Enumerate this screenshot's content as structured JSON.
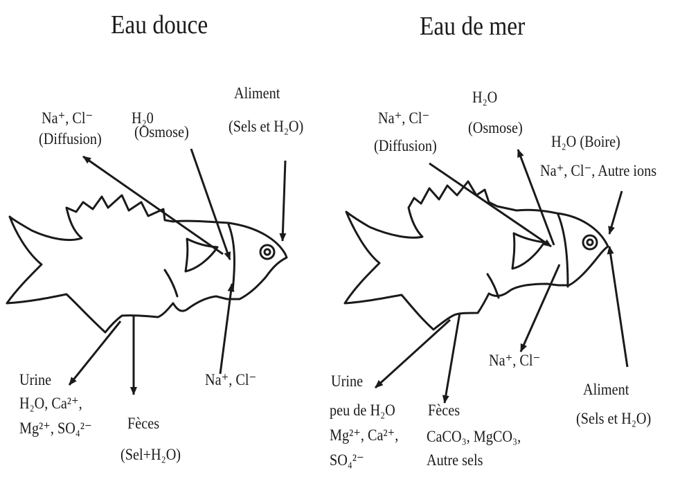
{
  "panels": {
    "left": {
      "title": "Eau douce",
      "labels": {
        "diffusion_ions": "Na⁺, Cl⁻",
        "diffusion": "(Diffusion)",
        "osmosis_water": "H₂0",
        "osmosis": "(Osmose)",
        "food": "Aliment",
        "food_detail": "(Sels et H₂O)",
        "urine": "Urine",
        "urine_ions_1": "H₂O, Ca²⁺,",
        "urine_ions_2": "Mg²⁺, SO₄²⁻",
        "feces": "Fèces",
        "feces_detail": "(Sel+H₂O)",
        "uptake_ions": "Na⁺, Cl⁻"
      }
    },
    "right": {
      "title": "Eau de mer",
      "labels": {
        "diffusion_ions": "Na⁺, Cl⁻",
        "diffusion": "(Diffusion)",
        "osmosis_water": "H₂O",
        "osmosis": "(Osmose)",
        "drink": "H₂O  (Boire)",
        "drink_ions": "Na⁺, Cl⁻, Autre ions",
        "urine": "Urine",
        "urine_detail": "peu de H₂O",
        "urine_ions_1": "Mg²⁺, Ca²⁺,",
        "urine_ions_2": "SO₄²⁻",
        "feces": "Fèces",
        "feces_detail_1": "CaCO₃, MgCO₃,",
        "feces_detail_2": "Autre sels",
        "excretion_ions": "Na⁺, Cl⁻",
        "food": "Aliment",
        "food_detail": "(Sels et H₂O)"
      }
    }
  }
}
